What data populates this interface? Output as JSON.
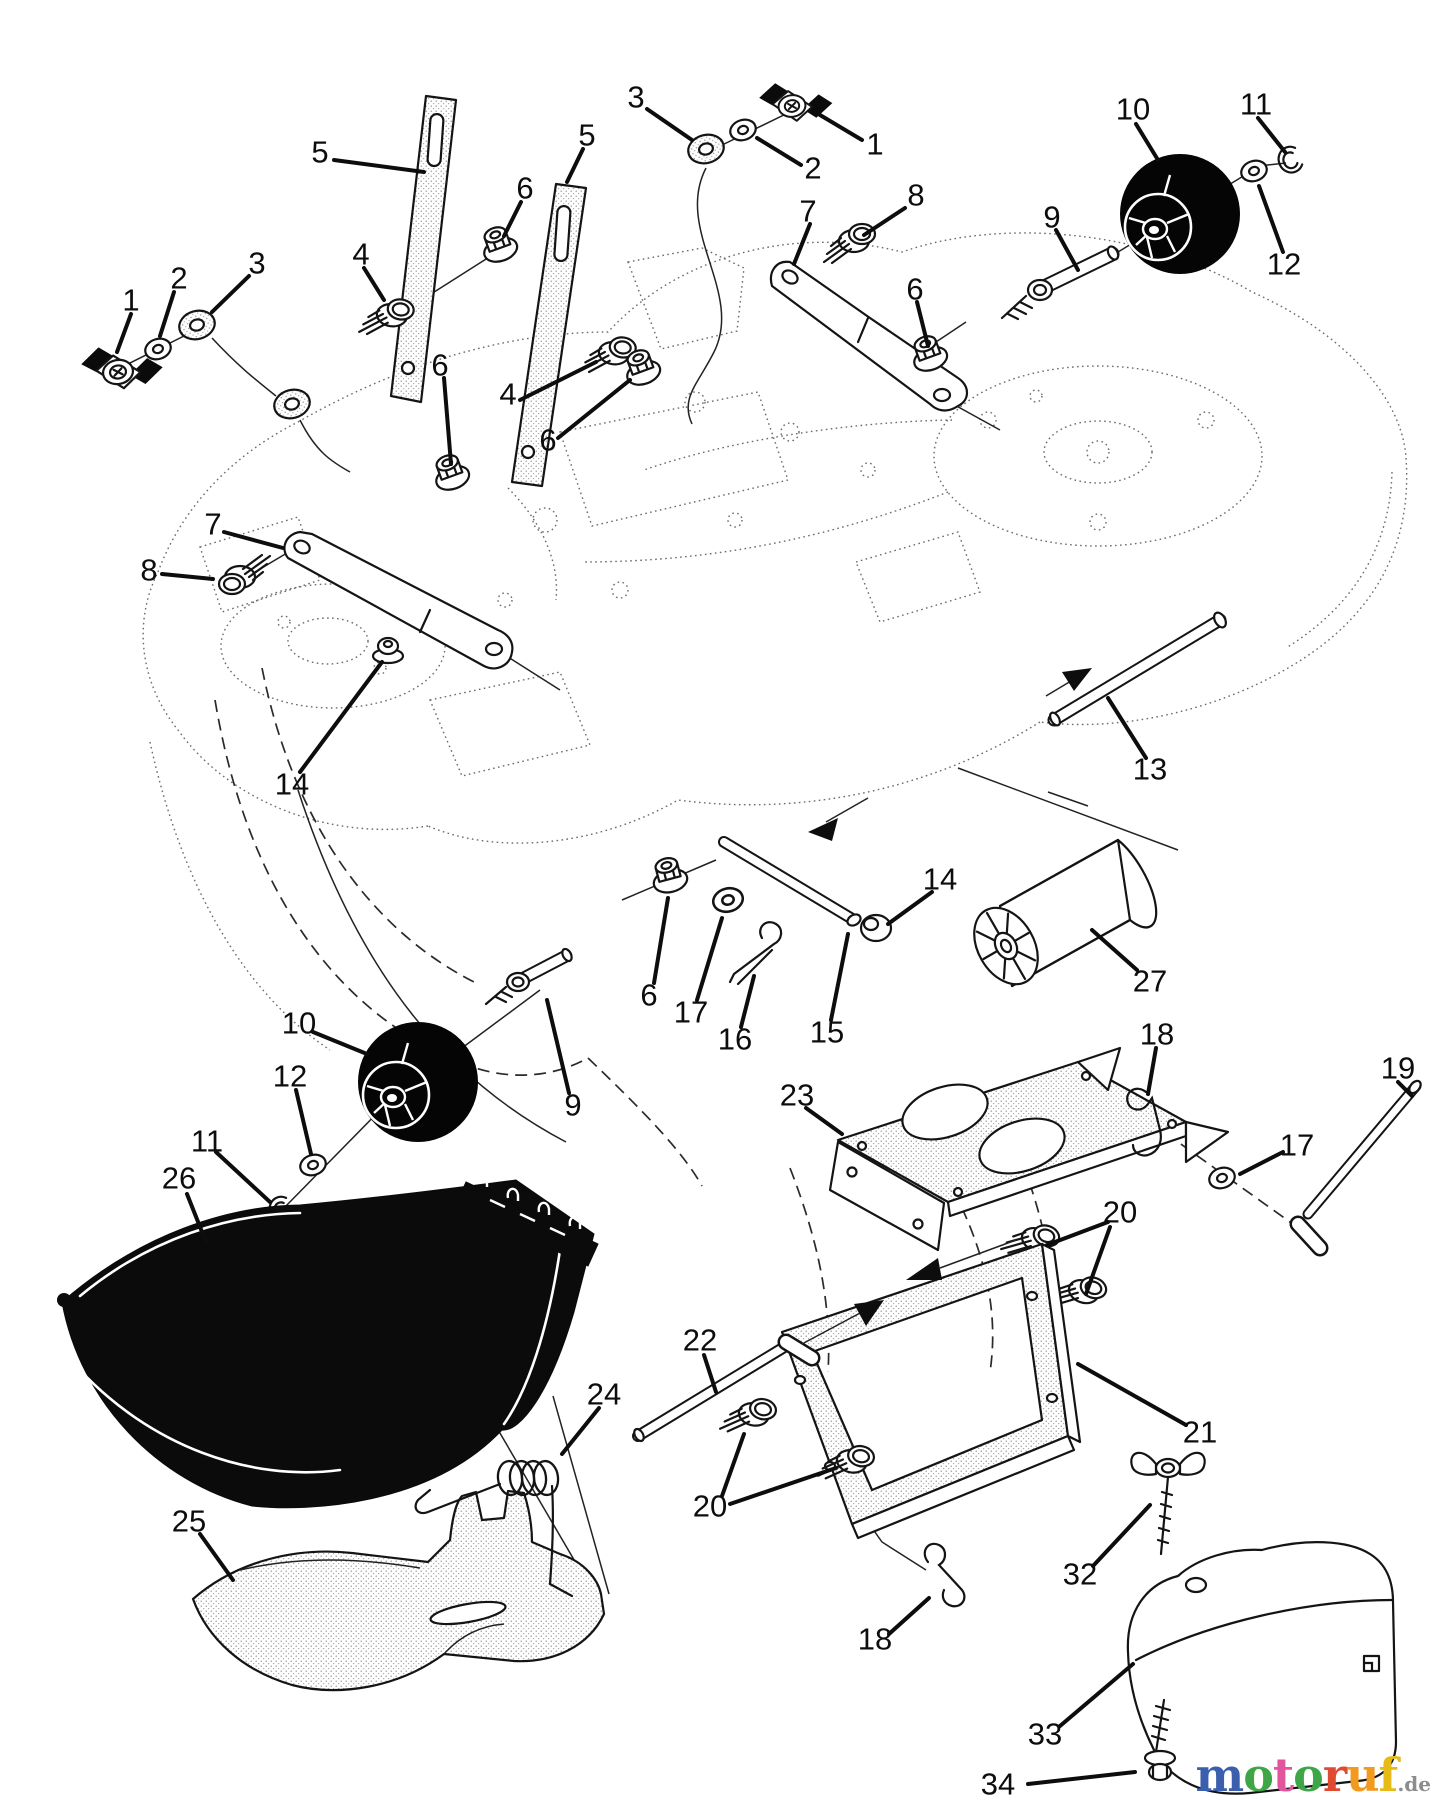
{
  "callouts": [
    {
      "id": "1-left",
      "n": "1"
    },
    {
      "id": "2-left",
      "n": "2"
    },
    {
      "id": "3-left",
      "n": "3"
    },
    {
      "id": "4-upper",
      "n": "4"
    },
    {
      "id": "5-left-strap",
      "n": "5"
    },
    {
      "id": "6-upper-nut",
      "n": "6"
    },
    {
      "id": "5-right-strap",
      "n": "5"
    },
    {
      "id": "3-top",
      "n": "3"
    },
    {
      "id": "2-top",
      "n": "2"
    },
    {
      "id": "1-top",
      "n": "1"
    },
    {
      "id": "7-right-bracket",
      "n": "7"
    },
    {
      "id": "8-right-bolt",
      "n": "8"
    },
    {
      "id": "6-right-nut",
      "n": "6"
    },
    {
      "id": "9-right-axle",
      "n": "9"
    },
    {
      "id": "10-right-wheel",
      "n": "10"
    },
    {
      "id": "11-right-ring",
      "n": "11"
    },
    {
      "id": "12-right-washer",
      "n": "12"
    },
    {
      "id": "6-strap-a-nut",
      "n": "6"
    },
    {
      "id": "4-lower-bolt",
      "n": "4"
    },
    {
      "id": "6-strap-b-nut",
      "n": "6"
    },
    {
      "id": "7-left-bracket",
      "n": "7"
    },
    {
      "id": "8-left-bolt",
      "n": "8"
    },
    {
      "id": "14-left-button",
      "n": "14"
    },
    {
      "id": "13-rod",
      "n": "13"
    },
    {
      "id": "14-mid-knob",
      "n": "14"
    },
    {
      "id": "6-mid-nut",
      "n": "6"
    },
    {
      "id": "17-mid-washer",
      "n": "17"
    },
    {
      "id": "16-cotter-pin",
      "n": "16"
    },
    {
      "id": "15-rod",
      "n": "15"
    },
    {
      "id": "27-roller",
      "n": "27"
    },
    {
      "id": "10-bottom-wheel",
      "n": "10"
    },
    {
      "id": "12-bottom-washer",
      "n": "12"
    },
    {
      "id": "11-bottom-ring",
      "n": "11"
    },
    {
      "id": "9-bottom-axle",
      "n": "9"
    },
    {
      "id": "23-plate",
      "n": "23"
    },
    {
      "id": "18-top-clip",
      "n": "18"
    },
    {
      "id": "17-right-washer",
      "n": "17"
    },
    {
      "id": "19-rod",
      "n": "19"
    },
    {
      "id": "20-top-bolts",
      "n": "20"
    },
    {
      "id": "21-frame",
      "n": "21"
    },
    {
      "id": "22-rod",
      "n": "22"
    },
    {
      "id": "20-bottom-bolts",
      "n": "20"
    },
    {
      "id": "18-bottom-clip",
      "n": "18"
    },
    {
      "id": "32-wing-nut",
      "n": "32"
    },
    {
      "id": "33-cover",
      "n": "33"
    },
    {
      "id": "34-screw",
      "n": "34"
    },
    {
      "id": "24-spring",
      "n": "24"
    },
    {
      "id": "25-chute",
      "n": "25"
    },
    {
      "id": "26-deflector",
      "n": "26"
    }
  ],
  "watermark": {
    "letters": [
      {
        "ch": "m",
        "color": "#3b5fad"
      },
      {
        "ch": "o",
        "color": "#3fa648"
      },
      {
        "ch": "t",
        "color": "#e2559c"
      },
      {
        "ch": "o",
        "color": "#3fa648"
      },
      {
        "ch": "r",
        "color": "#e04a33"
      },
      {
        "ch": "u",
        "color": "#f29a1f"
      },
      {
        "ch": "f",
        "color": "#e6bb17"
      }
    ],
    "suffix": ".de",
    "suffix_color": "#8d8d8d"
  }
}
